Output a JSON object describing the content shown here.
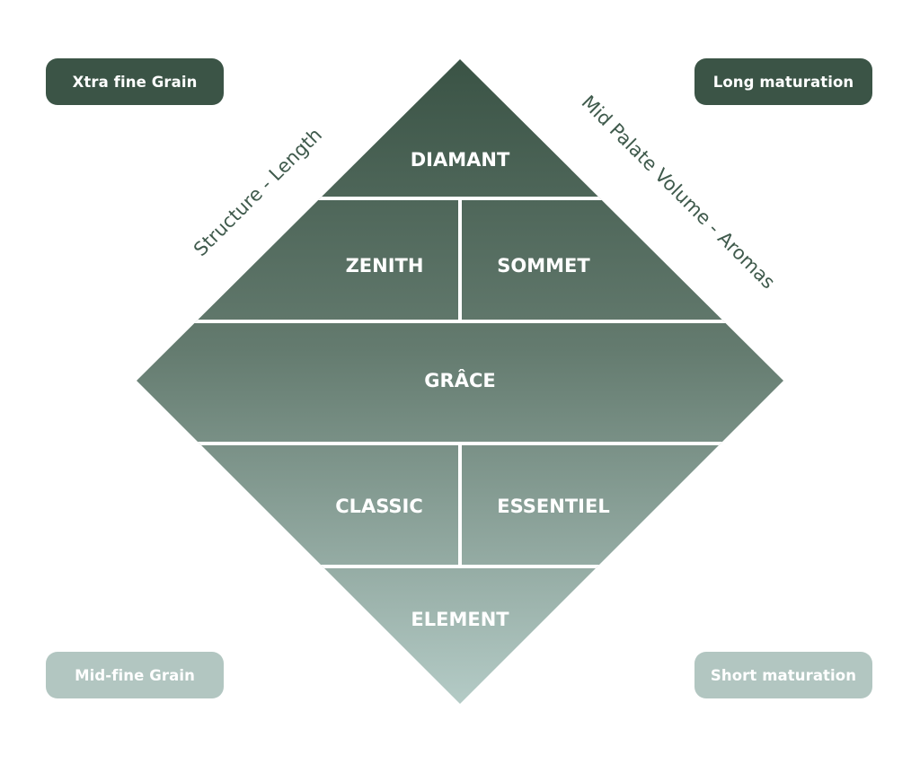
{
  "diagram": {
    "title": "Grain and maturation pyramid",
    "corner_labels": {
      "top_left": "Xtra fine Grain",
      "top_right": "Long maturation",
      "bottom_left": "Mid-fine Grain",
      "bottom_right": "Short maturation"
    },
    "axis_labels": {
      "left": "Structure - Length",
      "right": "Mid Palate Volume - Aromas"
    },
    "tiers": [
      {
        "level": 1,
        "segments": [
          "DIAMANT"
        ]
      },
      {
        "level": 2,
        "segments": [
          "ZENITH",
          "SOMMET"
        ]
      },
      {
        "level": 3,
        "segments": [
          "GRÂCE"
        ]
      },
      {
        "level": 4,
        "segments": [
          "CLASSIC",
          "ESSENTIEL"
        ]
      },
      {
        "level": 5,
        "segments": [
          "ELEMENT"
        ]
      }
    ],
    "colors": {
      "dark": "#3b5446",
      "light": "#b2c6c1",
      "gradient_top": "#3a5345",
      "gradient_bottom": "#b4cbc6",
      "axis_text": "#3f5a4c",
      "separator": "#ffffff"
    }
  }
}
